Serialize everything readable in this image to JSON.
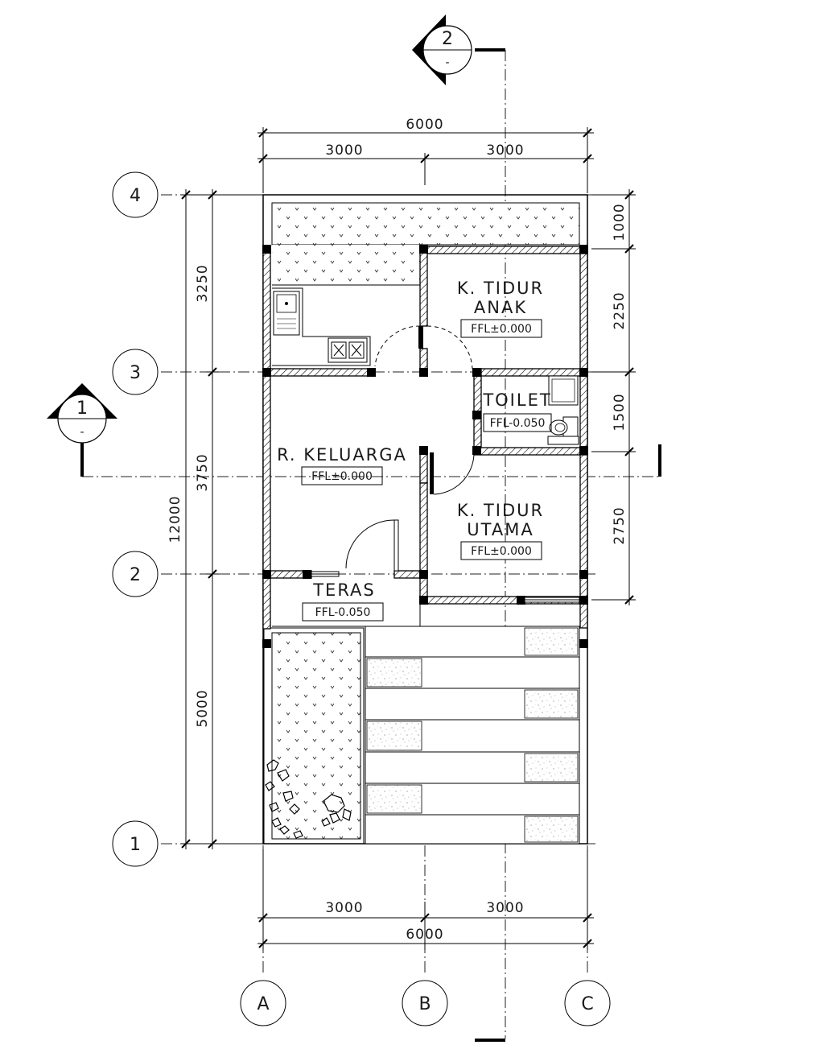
{
  "dimensions": {
    "top_total": "6000",
    "top_left": "3000",
    "top_right": "3000",
    "bottom_total": "6000",
    "bottom_left": "3000",
    "bottom_right": "3000",
    "left_total": "12000",
    "left_seg_top": "3250",
    "left_seg_mid": "3750",
    "left_seg_bottom": "5000",
    "right_seg_1": "1000",
    "right_seg_2": "2250",
    "right_seg_3": "1500",
    "right_seg_4": "2750"
  },
  "grid_labels": {
    "row_1": "1",
    "row_2": "2",
    "row_3": "3",
    "row_4": "4",
    "col_a": "A",
    "col_b": "B",
    "col_c": "C"
  },
  "section_markers": {
    "s1_number": "1",
    "s1_sheet": "-",
    "s2_number": "2",
    "s2_sheet": "-"
  },
  "rooms": {
    "kamar_anak_line1": "K. TIDUR",
    "kamar_anak_line2": "ANAK",
    "kamar_anak_level": "FFL±0.000",
    "toilet_name": "TOILET",
    "toilet_level": "FFL-0.050",
    "keluarga_name": "R. KELUARGA",
    "keluarga_level": "FFL±0.000",
    "kamar_utama_line1": "K. TIDUR",
    "kamar_utama_line2": "UTAMA",
    "kamar_utama_level": "FFL±0.000",
    "teras_name": "TERAS",
    "teras_level": "FFL-0.050"
  }
}
